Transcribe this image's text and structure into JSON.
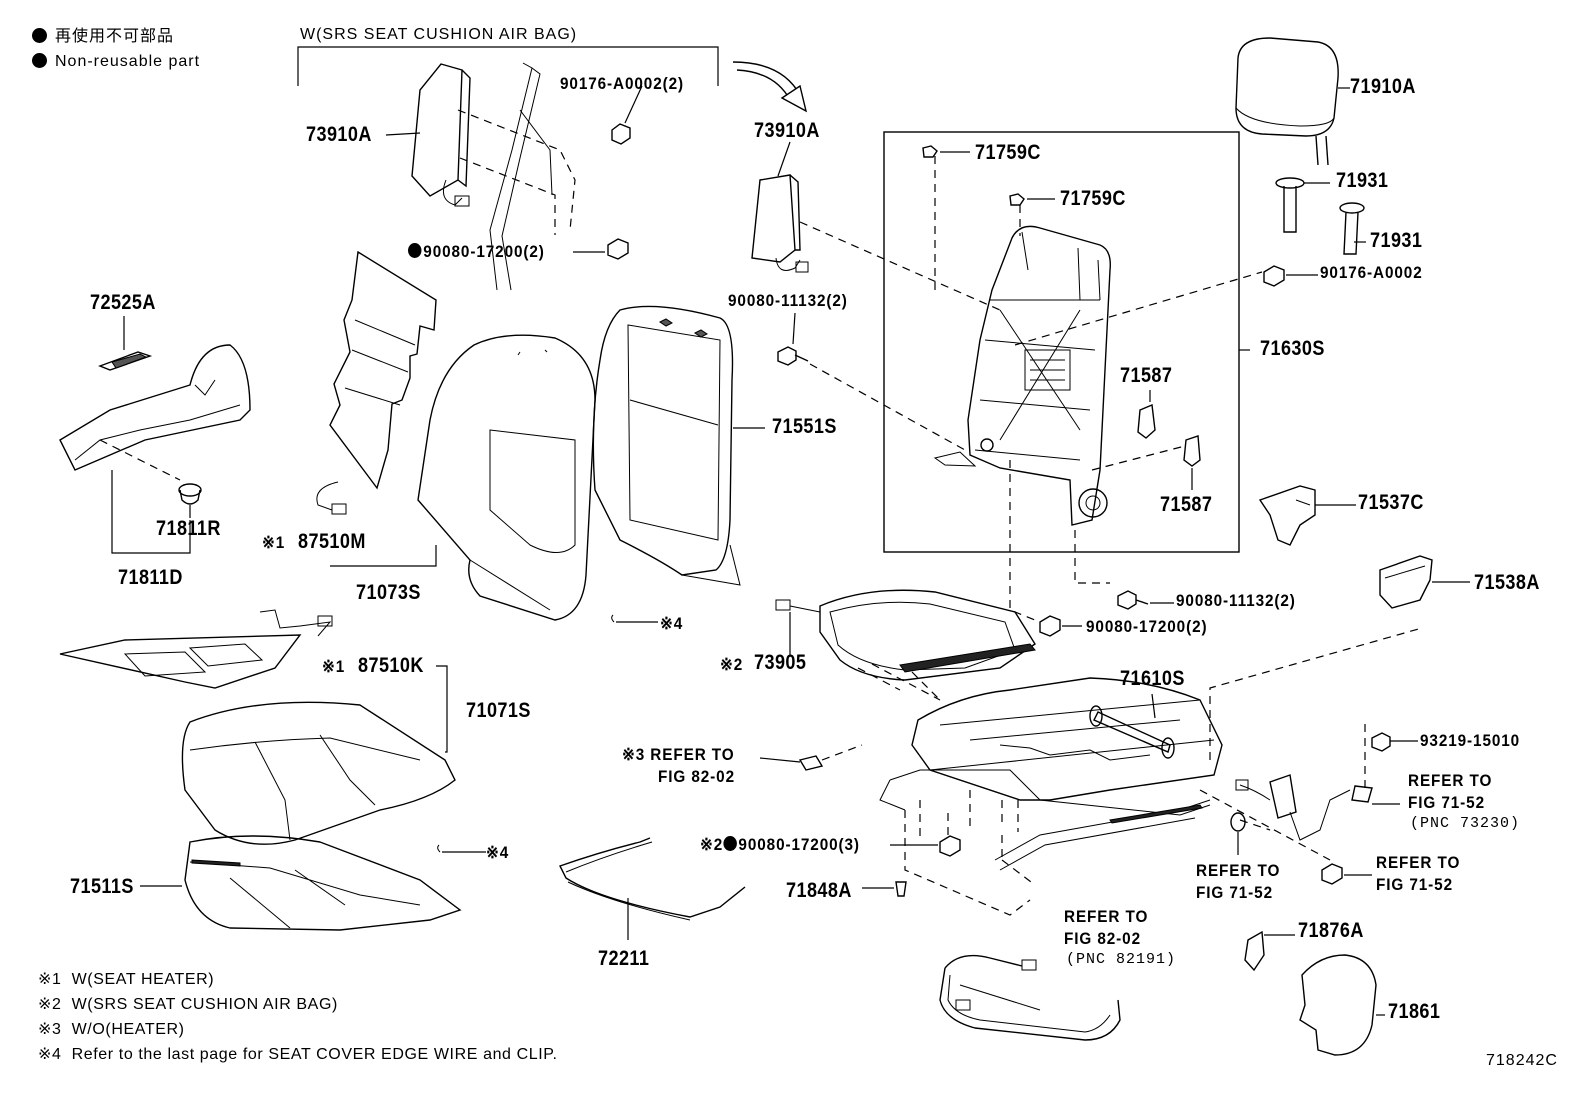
{
  "legend": {
    "line1": "再使用不可部品",
    "line2": "Non-reusable part"
  },
  "header_wire": "W(SRS SEAT CUSHION AIR BAG)",
  "labels": {
    "p73910A_left": "73910A",
    "p90176_a0002_2": "90176-A0002(2)",
    "p90080_17200_2_top": "90080-17200(2)",
    "p73910A_right": "73910A",
    "p90080_11132_2_mid": "90080-11132(2)",
    "p71759C_a": "71759C",
    "p71759C_b": "71759C",
    "p71910A": "71910A",
    "p71931_a": "71931",
    "p71931_b": "71931",
    "p90176_a0002": "90176-A0002",
    "p71630S": "71630S",
    "p71587_a": "71587",
    "p71587_b": "71587",
    "p71537C": "71537C",
    "p72525A": "72525A",
    "p71811R": "71811R",
    "p71811D": "71811D",
    "p87510M_mark": "※1",
    "p87510M": "87510M",
    "p71073S": "71073S",
    "p71551S": "71551S",
    "p4_a_mark": "※4",
    "p87510K_mark": "※1",
    "p87510K": "87510K",
    "p71071S": "71071S",
    "p73905_mark": "※2",
    "p73905": "73905",
    "p90080_11132_2_low": "90080-11132(2)",
    "p90080_17200_2_low": "90080-17200(2)",
    "p71538A": "71538A",
    "p71610S": "71610S",
    "p93219_15010": "93219-15010",
    "p4_b_mark": "※4",
    "p71511S": "71511S",
    "p90080_17200_3_mark": "※2",
    "p90080_17200_3": "90080-17200(3)",
    "p71848A": "71848A",
    "p72211": "72211",
    "p71876A": "71876A",
    "p71861": "71861",
    "diagram_id": "718242C"
  },
  "refs": {
    "ref_fig_8202_a_mark": "※3",
    "ref_fig_8202_a_l1": "REFER TO",
    "ref_fig_8202_a_l2": "FIG 82-02",
    "ref_fig_7152_a_l1": "REFER TO",
    "ref_fig_7152_a_l2": "FIG 71-52",
    "ref_fig_7152_a_pnc": "(PNC 73230)",
    "ref_fig_7152_b_l1": "REFER TO",
    "ref_fig_7152_b_l2": "FIG 71-52",
    "ref_fig_7152_c_l1": "REFER TO",
    "ref_fig_7152_c_l2": "FIG 71-52",
    "ref_fig_8202_b_l1": "REFER TO",
    "ref_fig_8202_b_l2": "FIG 82-02",
    "ref_fig_8202_b_pnc": "(PNC 82191)"
  },
  "notes": [
    {
      "mark": "※1",
      "text": "W(SEAT HEATER)"
    },
    {
      "mark": "※2",
      "text": "W(SRS SEAT CUSHION AIR BAG)"
    },
    {
      "mark": "※3",
      "text": "W/O(HEATER)"
    },
    {
      "mark": "※4",
      "text": "Refer to the last page for SEAT COVER EDGE WIRE and CLIP."
    }
  ]
}
